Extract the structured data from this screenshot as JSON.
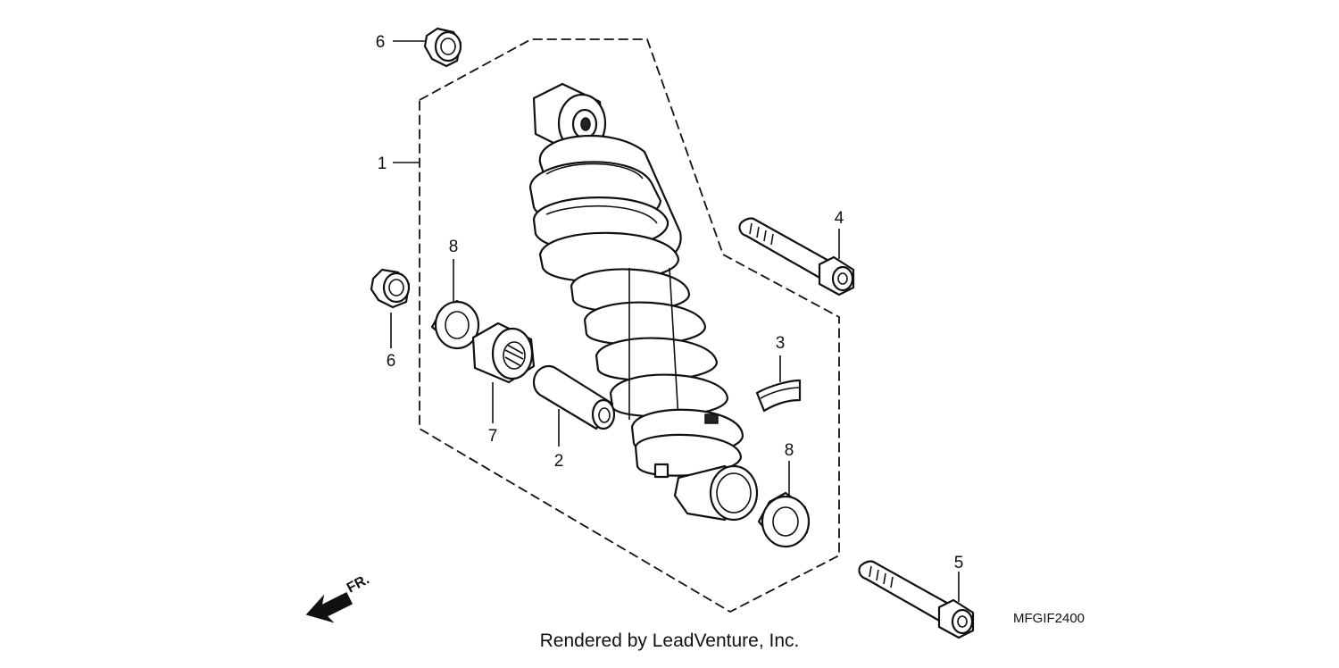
{
  "callouts": {
    "c1": "1",
    "c2": "2",
    "c3": "3",
    "c4": "4",
    "c5": "5",
    "c6_top": "6",
    "c6_left": "6",
    "c7": "7",
    "c8_left": "8",
    "c8_right": "8"
  },
  "front_indicator": "FR.",
  "diagram_code": "MFGIF2400",
  "credit": "Rendered by LeadVenture, Inc."
}
